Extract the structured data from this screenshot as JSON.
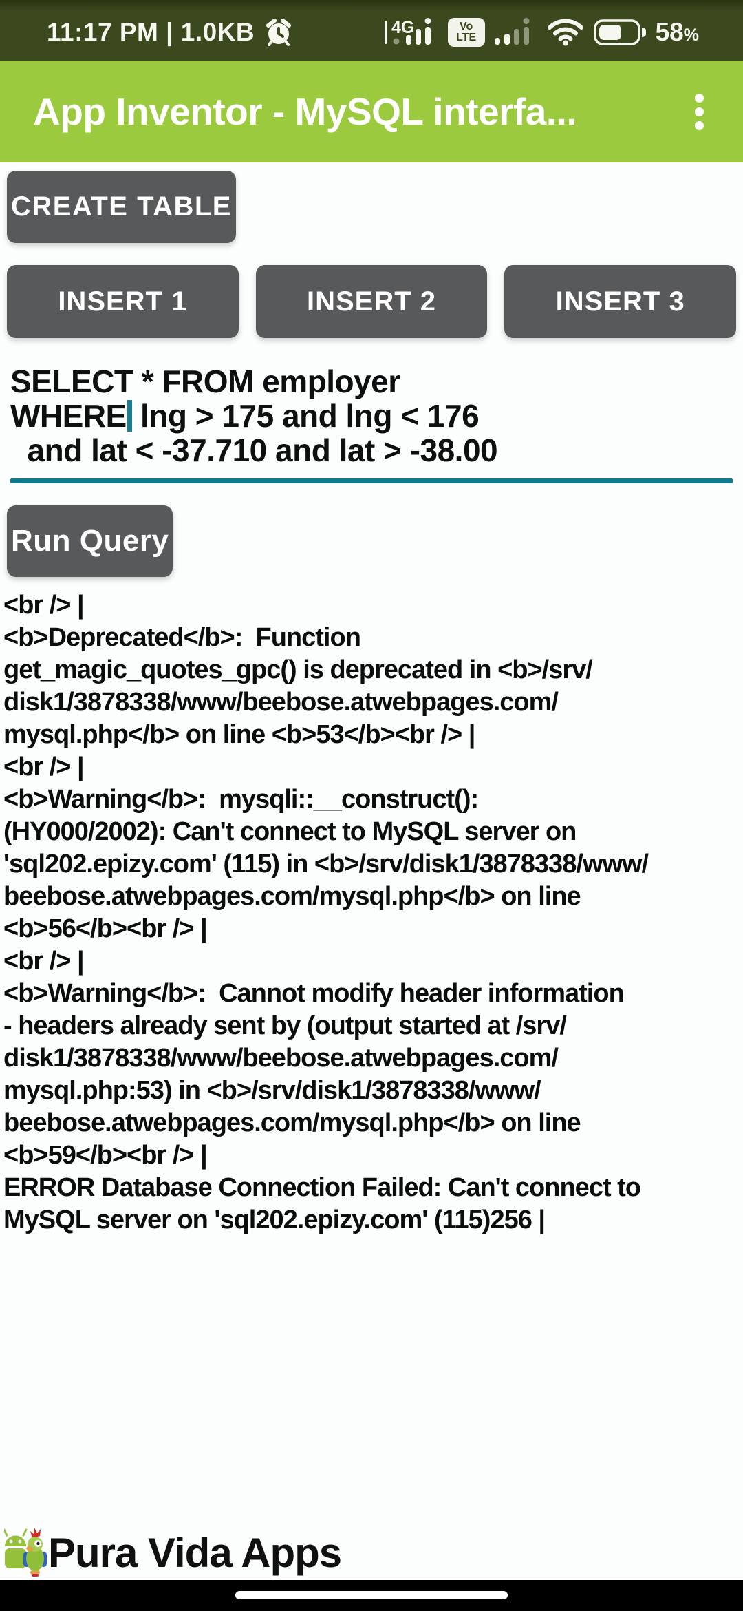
{
  "status_bar": {
    "left_text": "11:17 PM | 1.0KB",
    "network_label": "4G",
    "volte_line1": "Vo",
    "volte_line2": "LTE",
    "battery_percent": "58",
    "percent_sign": "%",
    "icons": [
      "alarm-icon",
      "signal-strength-sim1-icon",
      "volte-badge",
      "signal-strength-sim2-icon",
      "wifi-icon",
      "battery-icon"
    ]
  },
  "app_bar": {
    "title": "App Inventor - MySQL interfa...",
    "menu_icon": "kebab-menu-icon"
  },
  "toolbar": {
    "create_table_label": "CREATE TABLE",
    "insert1_label": "INSERT 1",
    "insert2_label": "INSERT 2",
    "insert3_label": "INSERT 3",
    "run_query_label": "Run Query"
  },
  "query_input": {
    "line1": "SELECT * FROM employer",
    "line2_before_cursor": "WHERE",
    "line2_after_cursor": " lng > 175 and lng < 176",
    "line3": "  and lat < -37.710 and lat > -38.00"
  },
  "output": {
    "lines": [
      "<br /> |",
      "<b>Deprecated</b>:  Function",
      "get_magic_quotes_gpc() is deprecated in <b>/srv/",
      "disk1/3878338/www/beebose.atwebpages.com/",
      "mysql.php</b> on line <b>53</b><br /> |",
      "<br /> |",
      "<b>Warning</b>:  mysqli::__construct():",
      "(HY000/2002): Can't connect to MySQL server on",
      "'sql202.epizy.com' (115) in <b>/srv/disk1/3878338/www/",
      "beebose.atwebpages.com/mysql.php</b> on line",
      "<b>56</b><br /> |",
      "<br /> |",
      "<b>Warning</b>:  Cannot modify header information",
      "- headers already sent by (output started at /srv/",
      "disk1/3878338/www/beebose.atwebpages.com/",
      "mysql.php:53) in <b>/srv/disk1/3878338/www/",
      "beebose.atwebpages.com/mysql.php</b> on line",
      "<b>59</b><br /> |",
      "ERROR Database Connection Failed: Can't connect to",
      "MySQL server on 'sql202.epizy.com' (115)256 |"
    ]
  },
  "footer": {
    "brand": "Pura Vida Apps"
  },
  "colors": {
    "status_bar_bg": "#3c491e",
    "app_bar_bg": "#9cca3e",
    "button_bg": "#58595b",
    "accent_teal": "#0e7c8e",
    "content_bg": "#fcfdfd"
  }
}
